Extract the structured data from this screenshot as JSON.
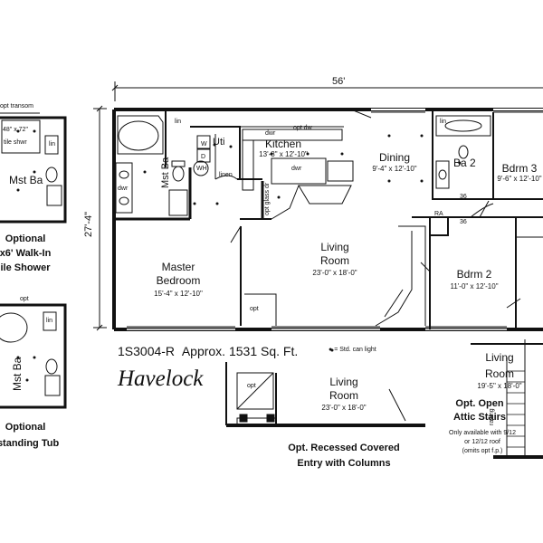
{
  "plan": {
    "model": "1S3004-R",
    "area": "Approx. 1531 Sq. Ft.",
    "name": "Havelock",
    "legend": "= Std. can light",
    "overall_width": "56'",
    "overall_depth": "27'-4\""
  },
  "rooms": {
    "kitchen": {
      "name": "Kitchen",
      "dim": "13'-8\" x 12'-10\""
    },
    "dining": {
      "name": "Dining",
      "dim": "9'-4\" x 12'-10\""
    },
    "bdrm3": {
      "name": "Bdrm 3",
      "dim": "9'-6\" x 12'-10\""
    },
    "ba2": {
      "name": "Ba 2"
    },
    "master_bedroom": {
      "name_line1": "Master",
      "name_line2": "Bedroom",
      "dim": "15'-4\" x 12'-10\""
    },
    "living_room": {
      "name_line1": "Living",
      "name_line2": "Room",
      "dim": "23'-0\" x 18'-0\""
    },
    "bdrm2": {
      "name": "Bdrm 2",
      "dim": "11'-0\" x 12'-10\""
    },
    "mst_ba": {
      "name": "Mst Ba"
    },
    "uti": {
      "name": "Uti"
    }
  },
  "fixtures": {
    "lin1": "lin",
    "lin2": "lin",
    "lin3": "lin",
    "lin4": "lin",
    "linen": "linen",
    "opt_dw": "opt dw",
    "dwr1": "dwr",
    "dwr2": "dwr",
    "dwr3": "dwr",
    "opt_glass_dr": "opt glass dr",
    "wh": "WH",
    "w": "W",
    "d": "D",
    "ra": "RA",
    "n36a": "36",
    "n36b": "36",
    "opt1": "opt",
    "opt2": "opt",
    "opt3": "opt",
    "railing": "railing"
  },
  "options": {
    "walk_in_shower": {
      "transom": "opt transom",
      "shower_size": "48\" x 72\"",
      "shower_label": "tile shwr",
      "room": "Mst Ba",
      "title_line1": "Optional",
      "title_line2": "x6' Walk-In",
      "title_line3": "ile Shower"
    },
    "freestanding_tub": {
      "room": "Mst Ba",
      "title_line1": "Optional",
      "title_line2": "estanding Tub"
    },
    "recessed_entry": {
      "room_line1": "Living",
      "room_line2": "Room",
      "dim": "23'-0\" x 18'-0\"",
      "title_line1": "Opt. Recessed Covered",
      "title_line2": "Entry with Columns"
    },
    "attic_stairs": {
      "room_line1": "Living",
      "room_line2": "Room",
      "dim": "19'-5\" x 18'-0\"",
      "title_line1": "Opt. Open",
      "title_line2": "Attic Stairs",
      "note_line1": "Only available with 9/12",
      "note_line2": "or 12/12 roof",
      "note_line3": "(omits opt f.p.)"
    }
  }
}
